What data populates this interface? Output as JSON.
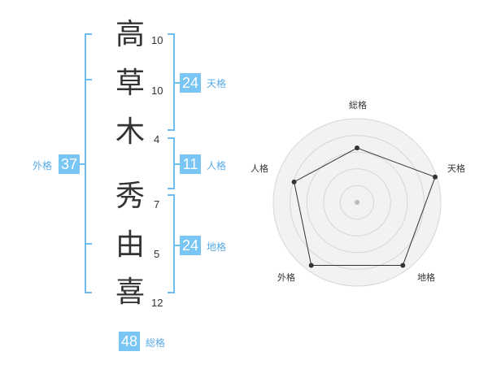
{
  "name_chars": [
    {
      "char": "高",
      "strokes": "10"
    },
    {
      "char": "草",
      "strokes": "10"
    },
    {
      "char": "木",
      "strokes": "4"
    },
    {
      "char": "秀",
      "strokes": "7"
    },
    {
      "char": "由",
      "strokes": "5"
    },
    {
      "char": "喜",
      "strokes": "12"
    }
  ],
  "fortunes": {
    "tenkaku": {
      "value": "24",
      "label": "天格"
    },
    "jinkaku": {
      "value": "11",
      "label": "人格"
    },
    "chikaku": {
      "value": "24",
      "label": "地格"
    },
    "gaikaku": {
      "value": "37",
      "label": "外格"
    },
    "soukaku": {
      "value": "48",
      "label": "総格"
    }
  },
  "colors": {
    "accent": "#79c6f5",
    "accent_text": "#5aabe6",
    "bracket": "#6fbcee"
  },
  "chart_data": {
    "type": "radar",
    "axes": [
      "総格",
      "天格",
      "地格",
      "外格",
      "人格"
    ],
    "values": [
      0.65,
      0.98,
      0.93,
      0.93,
      0.79
    ],
    "rings": 5,
    "max": 1
  }
}
